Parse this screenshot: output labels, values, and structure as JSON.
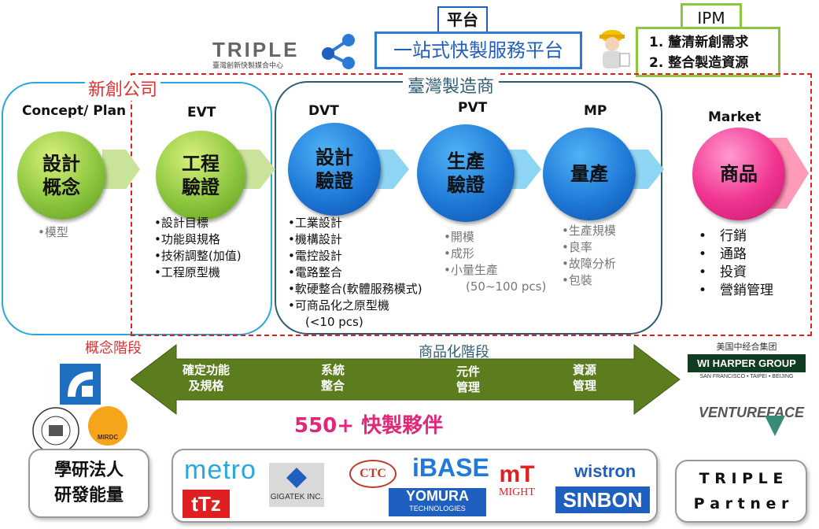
{
  "platform": {
    "title": "平台",
    "label": "一站式快製服務平台"
  },
  "ipm": {
    "title": "IPM",
    "items": [
      "1. 釐清新創需求",
      "2. 整合製造資源"
    ]
  },
  "triple_logo": {
    "text": "TRIPLE",
    "subtitle": "臺灣創新快製媒合中心"
  },
  "regions": {
    "startup": "新創公司",
    "taiwan": "臺灣製造商",
    "concept_phase": "概念階段",
    "commercial_phase": "商品化階段"
  },
  "stages": [
    {
      "label": "Concept/ Plan",
      "circle": [
        "設計",
        "概念"
      ],
      "items": [
        "•模型"
      ]
    },
    {
      "label": "EVT",
      "circle": [
        "工程",
        "驗證"
      ],
      "items": [
        "•設計目標",
        "•功能與規格",
        "•技術調整(加值)",
        "•工程原型機"
      ]
    },
    {
      "label": "DVT",
      "circle": [
        "設計",
        "驗證"
      ],
      "items": [
        "•工業設計",
        "•機構設計",
        "•電控設計",
        "•電路整合",
        "•軟硬整合(軟體服務模式)",
        "•可商品化之原型機",
        "(<10 pcs)"
      ]
    },
    {
      "label": "PVT",
      "circle": [
        "生產",
        "驗證"
      ],
      "items": [
        "•開模",
        "•成形",
        "•小量生產"
      ],
      "note": "(50~100 pcs)"
    },
    {
      "label": "MP",
      "circle": [
        "量產"
      ],
      "items": [
        "•生產規模",
        "•良率",
        "•故障分析",
        "•包裝"
      ]
    },
    {
      "label": "Market",
      "circle": [
        "商品"
      ],
      "items": [
        "•　行銷",
        "•　通路",
        "•　投資",
        "•　營銷管理"
      ]
    }
  ],
  "arrow_items": [
    [
      "確定功能",
      "及規格"
    ],
    [
      "系統",
      "整合"
    ],
    [
      "元件",
      "管理"
    ],
    [
      "資源",
      "管理"
    ]
  ],
  "partners_title": "550+ 快製夥伴",
  "academic_box": [
    "學研法人",
    "研發能量"
  ],
  "triple_partner_box": [
    "T R I P L E",
    "P a r t n e r"
  ],
  "logos": {
    "wiharper_cn": "美国中经合集团",
    "wiharper": "WI HARPER GROUP",
    "wiharper_sub": "SAN FRANCISCO • TAIPEI • BEIJING",
    "venture": "VENTUREFACE",
    "metro": "metro",
    "gigatek": "GIGATEK INC.",
    "ctc": "CTC",
    "ibase": "iBASE",
    "yomura": "YOMURA",
    "yomura_sub": "TECHNOLOGIES",
    "might": "MIGHT",
    "wistron": "wistron",
    "sinbon": "SINBON",
    "mirdc": "MIRDC",
    "tz": "tTz"
  },
  "colors": {
    "red": "#e02020",
    "blue": "#1f5fbf",
    "green": "#8cc63f",
    "olive": "#5b7d1e",
    "pink": "#f0338f"
  }
}
